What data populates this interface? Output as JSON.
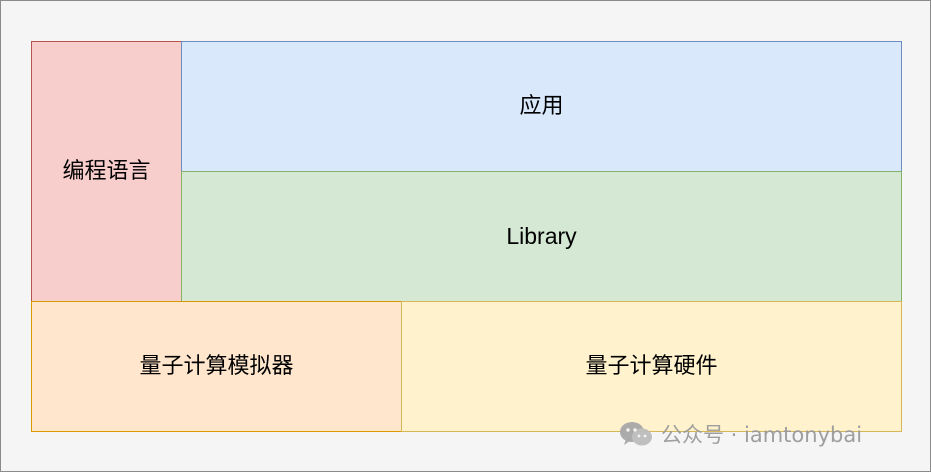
{
  "diagram": {
    "blocks": {
      "programming_language": "编程语言",
      "application": "应用",
      "library": "Library",
      "quantum_simulator": "量子计算模拟器",
      "quantum_hardware": "量子计算硬件"
    },
    "colors": {
      "programming_language": "#f8cecc",
      "application": "#dae8fc",
      "library": "#d5e8d4",
      "quantum_simulator": "#ffe6cc",
      "quantum_hardware": "#fff2cc"
    }
  },
  "watermark": {
    "text": "公众号 · iamtonybai",
    "icon": "wechat-icon"
  }
}
